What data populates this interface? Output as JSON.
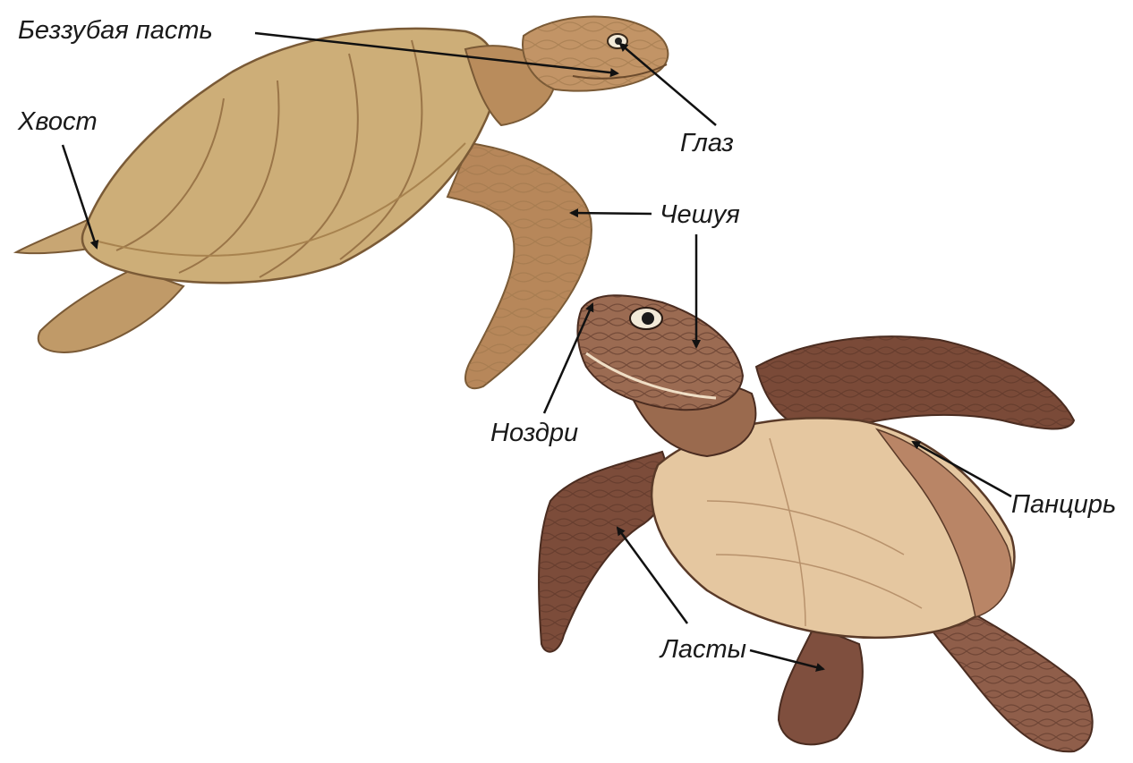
{
  "labels": {
    "toothless_mouth": "Беззубая  пасть",
    "tail": "Хвост",
    "eye": "Глаз",
    "scales": "Чешуя",
    "nostrils": "Ноздри",
    "shell": "Панцирь",
    "flippers": "Ласты"
  },
  "colors": {
    "adult_shell": "#c9a870",
    "adult_skin": "#b88f5e",
    "hatchling_skin": "#8a5a44",
    "hatchling_belly": "#e6c9a2",
    "outline": "#6b4a2c",
    "arrow": "#111111"
  }
}
